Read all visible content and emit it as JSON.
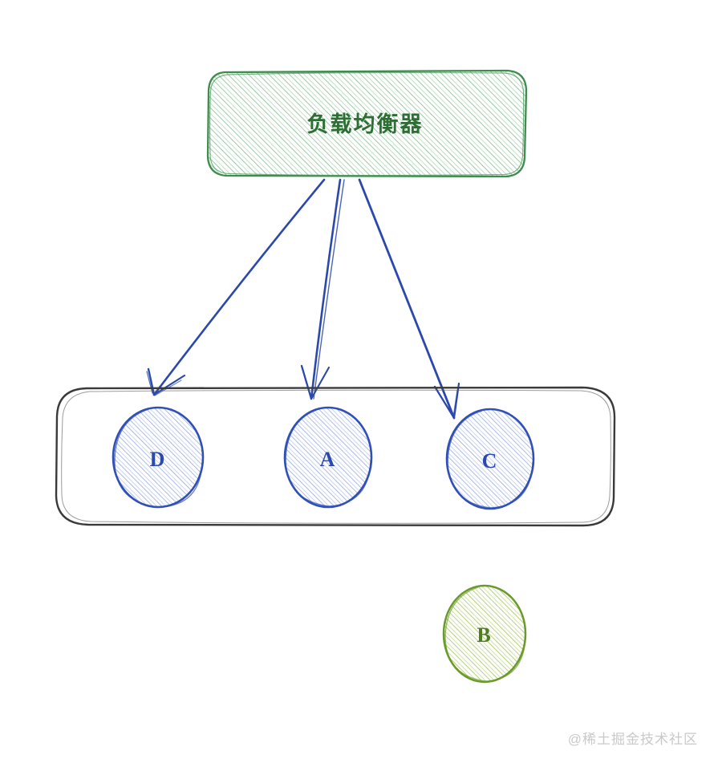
{
  "diagram": {
    "title_node": {
      "label": "负载均衡器",
      "shape": "rounded-rectangle",
      "stroke_color": "#3f8c4f",
      "hatch_color": "#63ad72",
      "text_color": "#2d6e34"
    },
    "server_group": {
      "shape": "rounded-rectangle",
      "stroke_color": "#3a3a3a",
      "nodes": [
        {
          "label": "D",
          "stroke_color": "#3050b8",
          "hatch_color": "#8ea4e0",
          "text_color": "#2b49ad"
        },
        {
          "label": "A",
          "stroke_color": "#3050b8",
          "hatch_color": "#8ea4e0",
          "text_color": "#2b49ad"
        },
        {
          "label": "C",
          "stroke_color": "#3050b8",
          "hatch_color": "#8ea4e0",
          "text_color": "#2b49ad"
        }
      ]
    },
    "detached_node": {
      "label": "B",
      "shape": "circle",
      "stroke_color": "#6a9a2a",
      "hatch_color": "#9ec44f",
      "text_color": "#4f7d22"
    },
    "arrows": {
      "count": 3,
      "color": "#2b49ad",
      "targets": [
        "D",
        "A",
        "C"
      ]
    }
  },
  "watermark": {
    "text": "@稀土掘金技术社区",
    "color": "#c9c9c9"
  }
}
